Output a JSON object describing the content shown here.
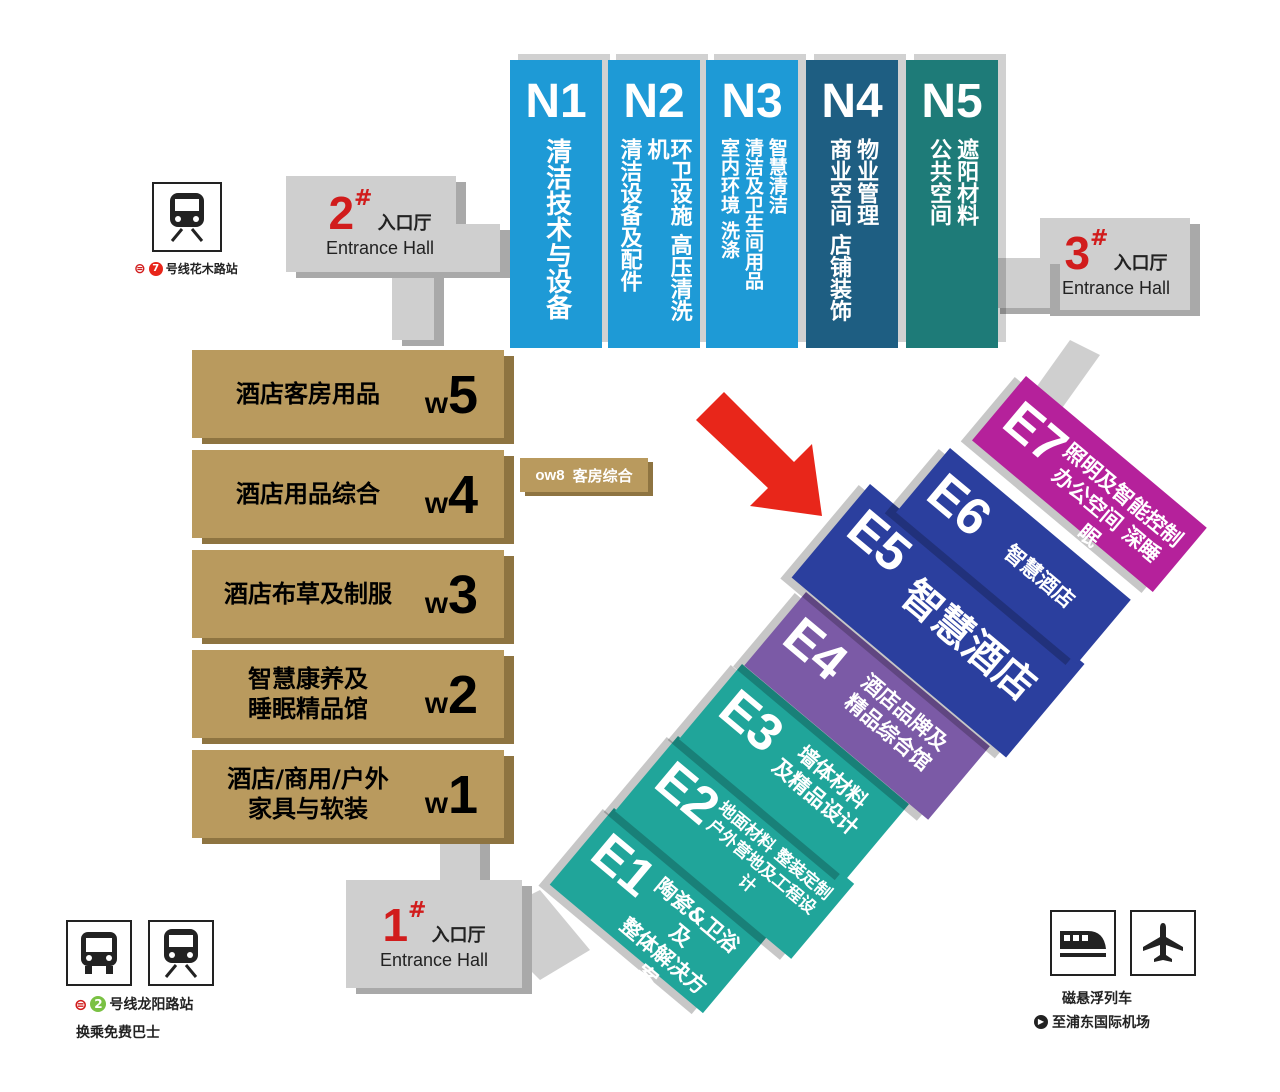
{
  "north_halls": [
    {
      "code": "N1",
      "labels": [
        "清洁技术与设备"
      ],
      "color": "#1e9ad6"
    },
    {
      "code": "N2",
      "labels": [
        "清洁设备及配件",
        "环卫设施 高压清洗机"
      ],
      "color": "#1e9ad6"
    },
    {
      "code": "N3",
      "labels": [
        "室内环境 洗涤",
        "清洁及卫生间用品",
        "智慧清洁"
      ],
      "color": "#1e9ad6"
    },
    {
      "code": "N4",
      "labels": [
        "商业空间 店铺装饰",
        "物业管理"
      ],
      "color": "#1e5e82"
    },
    {
      "code": "N5",
      "labels": [
        "公共空间",
        "遮阳材料"
      ],
      "color": "#1e7b78"
    }
  ],
  "west_halls": [
    {
      "code": "W5",
      "lines": [
        "酒店客房用品"
      ]
    },
    {
      "code": "W4",
      "lines": [
        "酒店用品综合"
      ]
    },
    {
      "code": "W3",
      "lines": [
        "酒店布草及制服"
      ]
    },
    {
      "code": "W2",
      "lines": [
        "智慧康养及",
        "睡眠精品馆"
      ]
    },
    {
      "code": "W1",
      "lines": [
        "酒店/商用/户外",
        "家具与软装"
      ]
    }
  ],
  "ow8": {
    "code": "OW8",
    "label": "客房综合"
  },
  "east_halls": [
    {
      "code": "E1",
      "lines": [
        "陶瓷&卫浴及",
        "整体解决方案"
      ],
      "color": "#20a59a"
    },
    {
      "code": "E2",
      "lines": [
        "地面材料 整装定制",
        "户外营地及工程设计"
      ],
      "color": "#20a59a"
    },
    {
      "code": "E3",
      "lines": [
        "墙体材料",
        "及精品设计"
      ],
      "color": "#20a59a"
    },
    {
      "code": "E4",
      "lines": [
        "酒店品牌及",
        "精品综合馆"
      ],
      "color": "#7b5aa6"
    },
    {
      "code": "E5",
      "lines": [
        "智慧酒店"
      ],
      "color": "#2b3f9e"
    },
    {
      "code": "E6",
      "lines": [
        "智慧酒店"
      ],
      "color": "#2b3f9e"
    },
    {
      "code": "E7",
      "lines": [
        "照明及智能控制",
        "办公空间 深睡眠"
      ],
      "color": "#b5219b"
    }
  ],
  "entrances": [
    {
      "num": "1",
      "cn": "入口厅",
      "en": "Entrance Hall"
    },
    {
      "num": "2",
      "cn": "入口厅",
      "en": "Entrance Hall"
    },
    {
      "num": "3",
      "cn": "入口厅",
      "en": "Entrance Hall"
    }
  ],
  "transit": {
    "line7": {
      "badge": "7",
      "label": "号线花木路站"
    },
    "line2": {
      "badge": "2",
      "label": "号线龙阳路站",
      "note": "换乘免费巴士"
    },
    "maglev": {
      "label": "磁悬浮列车",
      "note": "至浦东国际机场"
    }
  },
  "icons": [
    "metro-icon",
    "bus-icon",
    "maglev-icon",
    "airplane-icon",
    "arrow-icon"
  ],
  "colors": {
    "arrow": "#e8261a",
    "west": "#b99a5e",
    "entrance": "#cfcfcf"
  }
}
